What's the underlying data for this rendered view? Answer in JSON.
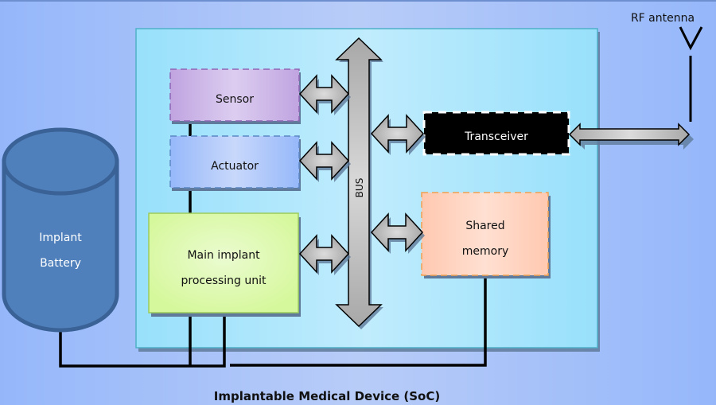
{
  "diagram": {
    "caption": "Implantable Medical Device (SoC)",
    "battery": {
      "line1": "Implant",
      "line2": "Battery"
    },
    "blocks": {
      "sensor": "Sensor",
      "actuator": "Actuator",
      "main_unit": {
        "line1": "Main implant",
        "line2": "processing unit"
      },
      "transceiver": "Transceiver",
      "shared_memory": {
        "line1": "Shared",
        "line2": "memory"
      }
    },
    "bus_label": "BUS",
    "antenna_label": "RF antenna",
    "colors": {
      "background": "#9ab8fa",
      "soc_fill": "#a6e4fb",
      "battery": "#4f80bb",
      "sensor": "#c4a8e0",
      "actuator": "#9abcfa",
      "main_unit": "#d8f8a0",
      "transceiver": "#000000",
      "shared_memory": "#ffcfb8",
      "bus": "#b0b0b0"
    }
  }
}
